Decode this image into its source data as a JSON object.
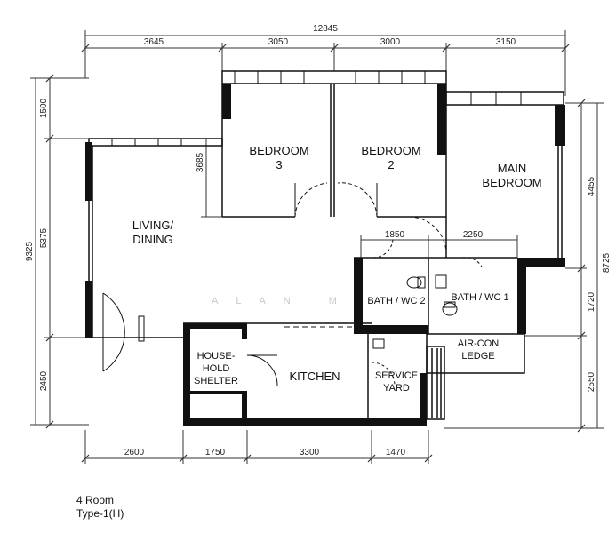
{
  "dimensions": {
    "top_total": "12845",
    "top": [
      "3645",
      "3050",
      "3000",
      "3150"
    ],
    "bottom": [
      "2600",
      "1750",
      "3300",
      "1470"
    ],
    "left_total": "9325",
    "left": [
      "1500",
      "5375",
      "2450"
    ],
    "right_total": "8725",
    "right": [
      "4455",
      "1720",
      "2550"
    ],
    "inner_3685": "3685",
    "inner_1850": "1850",
    "inner_2250": "2250"
  },
  "rooms": {
    "bedroom3": [
      "BEDROOM",
      "3"
    ],
    "bedroom2": [
      "BEDROOM",
      "2"
    ],
    "main_bedroom": [
      "MAIN",
      "BEDROOM"
    ],
    "living_dining": [
      "LIVING/",
      "DINING"
    ],
    "bath2": "BATH / WC 2",
    "bath1": "BATH / WC 1",
    "aircon": [
      "AIR-CON",
      "LEDGE"
    ],
    "shelter": [
      "HOUSE-",
      "HOLD",
      "SHELTER"
    ],
    "kitchen": "KITCHEN",
    "service": [
      "SERVICE",
      "YARD"
    ]
  },
  "watermark": "ALAN M",
  "caption": {
    "line1": "4 Room",
    "line2": "Type-1(H)"
  }
}
